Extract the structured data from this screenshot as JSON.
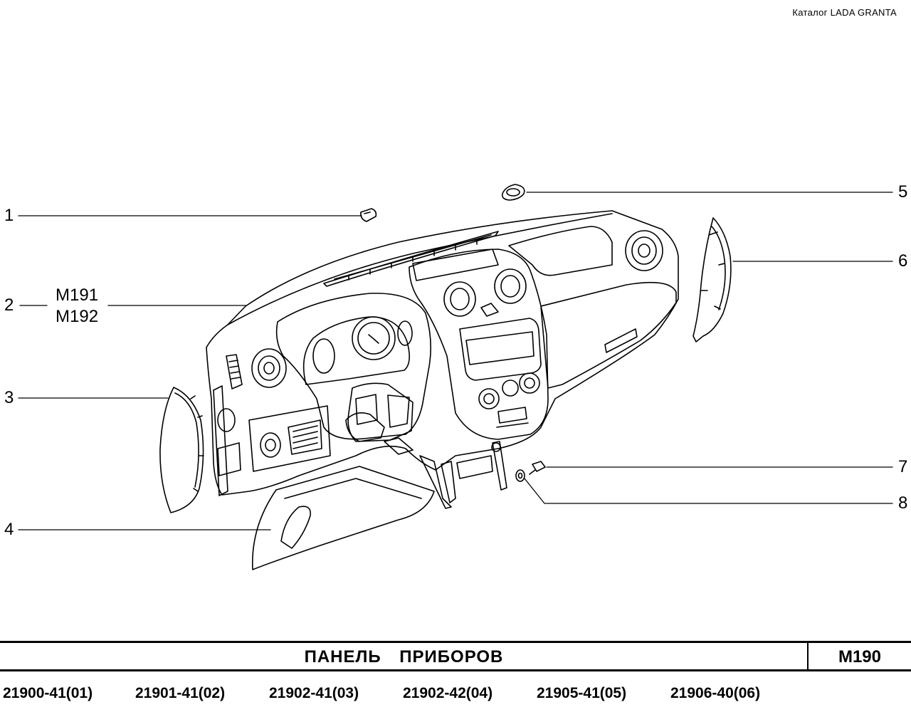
{
  "header": {
    "catalog": "Каталог  LADA  GRANTA"
  },
  "callouts": [
    "1",
    "2",
    "3",
    "4",
    "5",
    "6",
    "7",
    "8"
  ],
  "refs": [
    "M191",
    "M192"
  ],
  "title": {
    "name": "ПАНЕЛЬ  ПРИБОРОВ",
    "code": "M190"
  },
  "models": [
    "21900-41(01)",
    "21901-41(02)",
    "21902-41(03)",
    "21902-42(04)",
    "21905-41(05)",
    "21906-40(06)"
  ]
}
